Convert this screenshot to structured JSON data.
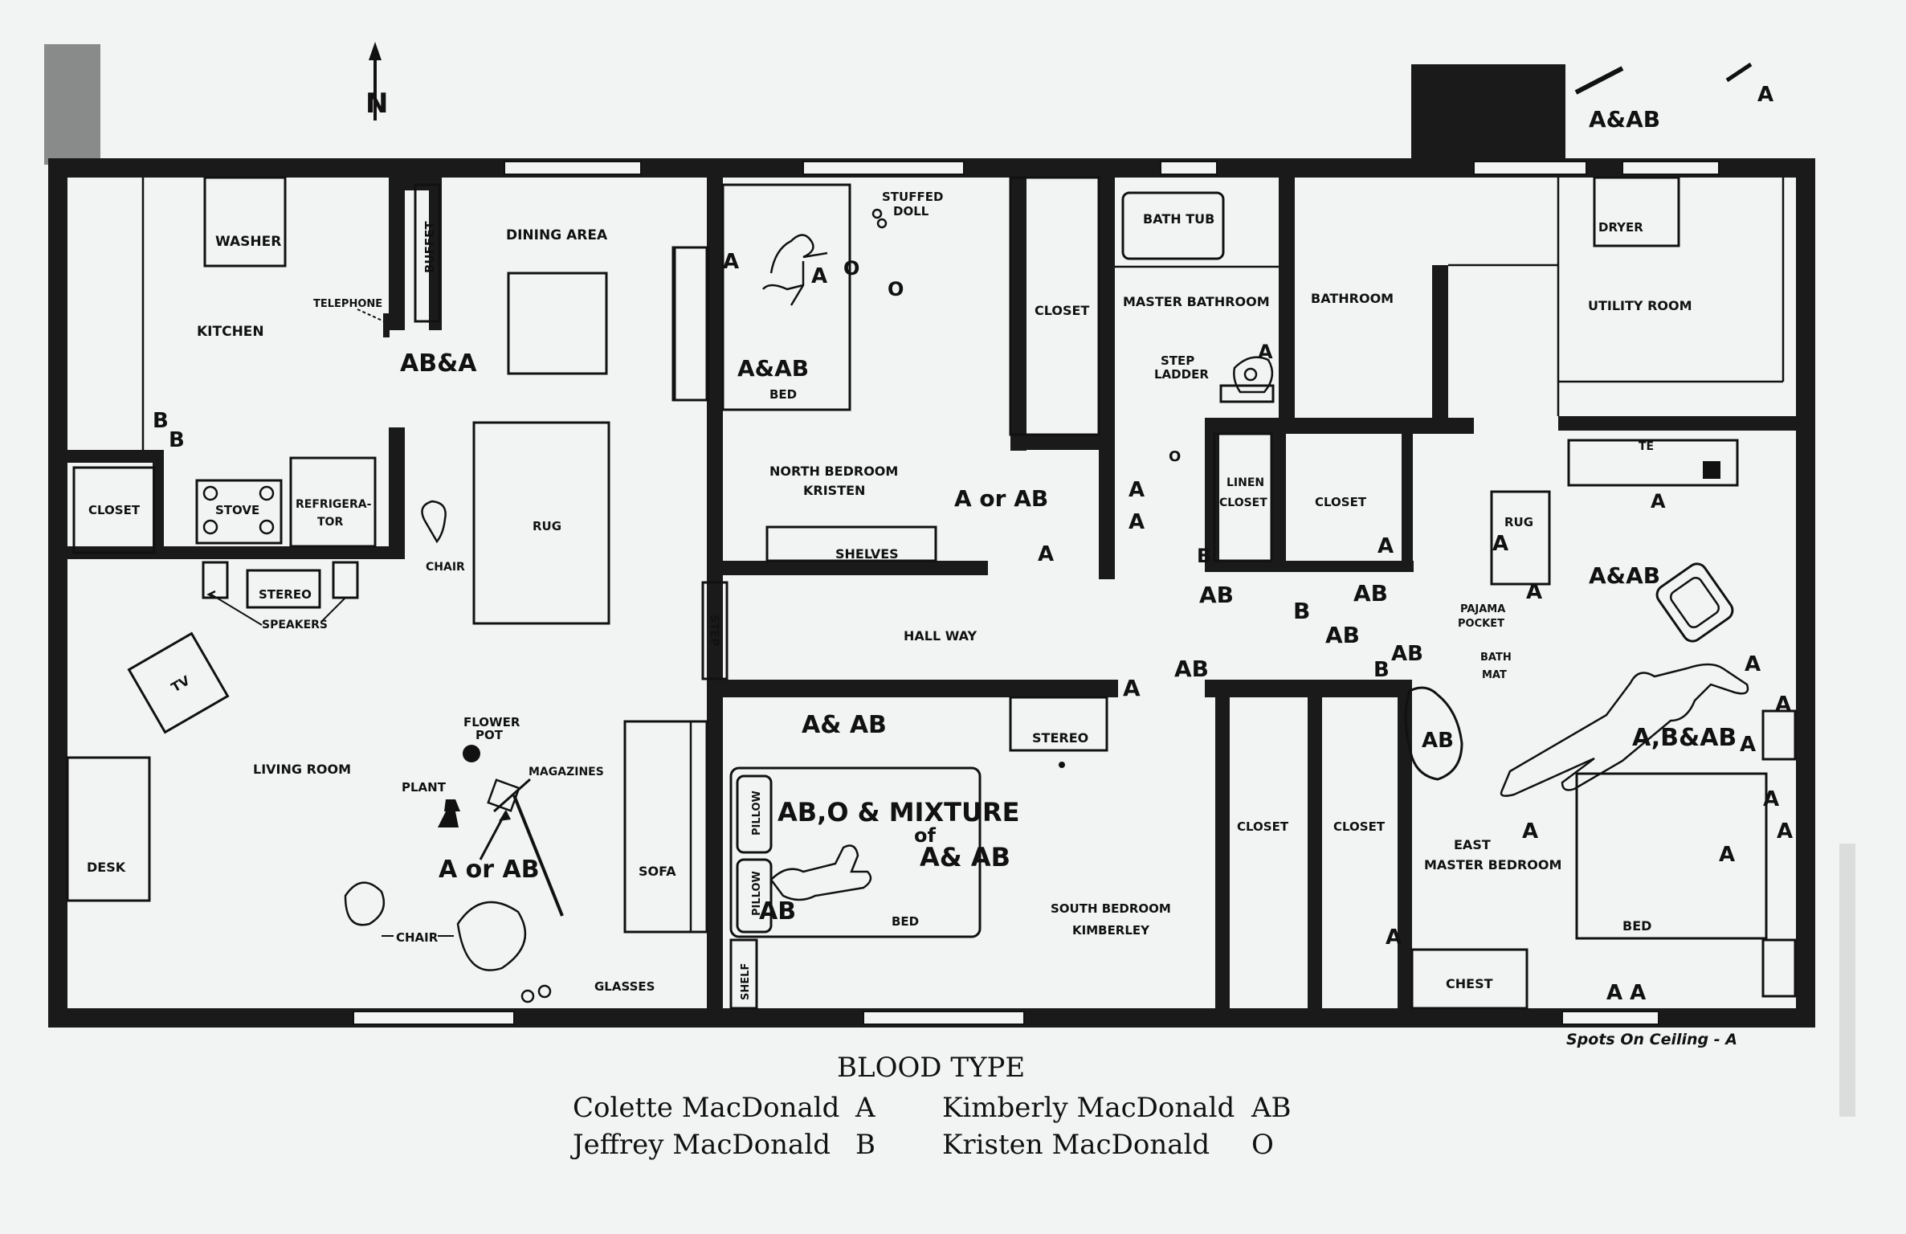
{
  "compass": {
    "label": "N"
  },
  "rooms": {
    "kitchen": "KITCHEN",
    "washer": "WASHER",
    "telephone": "TELEPHONE",
    "buffet": "BUFFET",
    "dining": "DINING AREA",
    "closet_kitchen": "CLOSET",
    "stove": "STOVE",
    "refrigerator_1": "REFRIGERA-",
    "refrigerator_2": "TOR",
    "rug_dining": "RUG",
    "chair_dining": "CHAIR",
    "stereo_living": "STEREO",
    "speakers": "SPEAKERS",
    "tv": "TV",
    "living": "LIVING ROOM",
    "desk": "DESK",
    "flower_pot_1": "FLOWER",
    "flower_pot_2": "POT",
    "plant": "PLANT",
    "magazines": "MAGAZINES",
    "chair_living": "CHAIR",
    "glasses": "GLASSES",
    "sofa": "SOFA",
    "step": "STEP",
    "shelf": "SHELF",
    "stuffed_doll_1": "STUFFED",
    "stuffed_doll_2": "DOLL",
    "bed_north": "BED",
    "north_bedroom_1": "NORTH BEDROOM",
    "north_bedroom_2": "KRISTEN",
    "shelves": "SHELVES",
    "closet_north": "CLOSET",
    "bath_tub": "BATH TUB",
    "master_bathroom": "MASTER BATHROOM",
    "step_ladder_1": "STEP",
    "step_ladder_2": "LADDER",
    "bathroom": "BATHROOM",
    "linen_closet_1": "LINEN",
    "linen_closet_2": "CLOSET",
    "closet_hall": "CLOSET",
    "hall_way": "HALL WAY",
    "dryer": "DRYER",
    "utility_room": "UTILITY ROOM",
    "stereo_south": "STEREO",
    "pillow_1": "PILLOW",
    "pillow_2": "PILLOW",
    "bed_south": "BED",
    "south_bedroom_1": "SOUTH BEDROOM",
    "south_bedroom_2": "KIMBERLEY",
    "closet_s1": "CLOSET",
    "closet_s2": "CLOSET",
    "rug_east": "RUG",
    "pajama_pocket_1": "PAJAMA",
    "pajama_pocket_2": "POCKET",
    "bath_mat_1": "BATH",
    "bath_mat_2": "MAT",
    "east_master_1": "EAST",
    "east_master_2": "MASTER BEDROOM",
    "chest": "CHEST",
    "bed_east": "BED",
    "te": "TE"
  },
  "blood_marks": {
    "phone": "AB&A",
    "kitchen_b1": "B",
    "kitchen_b2": "B",
    "north_door_a": "A",
    "north_body_a": "A",
    "north_o1": "O",
    "north_o2": "O",
    "north_bed": "A&AB",
    "north_floor": "A or AB",
    "north_door": "A",
    "bath_a1": "A",
    "bath_a2": "A",
    "bath_ladder": "A",
    "bath_o": "O",
    "closet_b": "B",
    "closet_a": "A",
    "hall_ab1": "AB",
    "hall_b": "B",
    "hall_ab2": "AB",
    "hall_ab3": "AB",
    "hall_ab4": "AB",
    "hall_b2": "B",
    "hall_ab5": "AB",
    "hall_a": "A",
    "south_top": "A& AB",
    "south_bed": "AB,O & MIXTURE",
    "south_of": "of",
    "south_aab": "A& AB",
    "south_ab": "AB",
    "living": "A or AB",
    "east_rug_a": "A",
    "east_a": "A",
    "east_aab": "A&AB",
    "east_bab": "A,B&AB",
    "east_ab": "AB",
    "east_a2": "A",
    "east_a3": "A",
    "east_a4": "A",
    "east_a5": "A",
    "east_a6": "A",
    "east_a7": "A",
    "east_a8": "A",
    "east_a9": "A",
    "east_a10": "A",
    "east_aa": "A A",
    "outside_aab": "A&AB",
    "outside_a": "A",
    "ceiling": "Spots On Ceiling - A"
  },
  "legend": {
    "title": "BLOOD TYPE",
    "entries": [
      {
        "name": "Colette MacDonald",
        "type": "A"
      },
      {
        "name": "Kimberly MacDonald",
        "type": "AB"
      },
      {
        "name": "Jeffrey MacDonald",
        "type": "B"
      },
      {
        "name": "Kristen MacDonald",
        "type": "O"
      }
    ]
  },
  "colors": {
    "paper": "#f2f4f4",
    "ink": "#1a1a1a"
  }
}
